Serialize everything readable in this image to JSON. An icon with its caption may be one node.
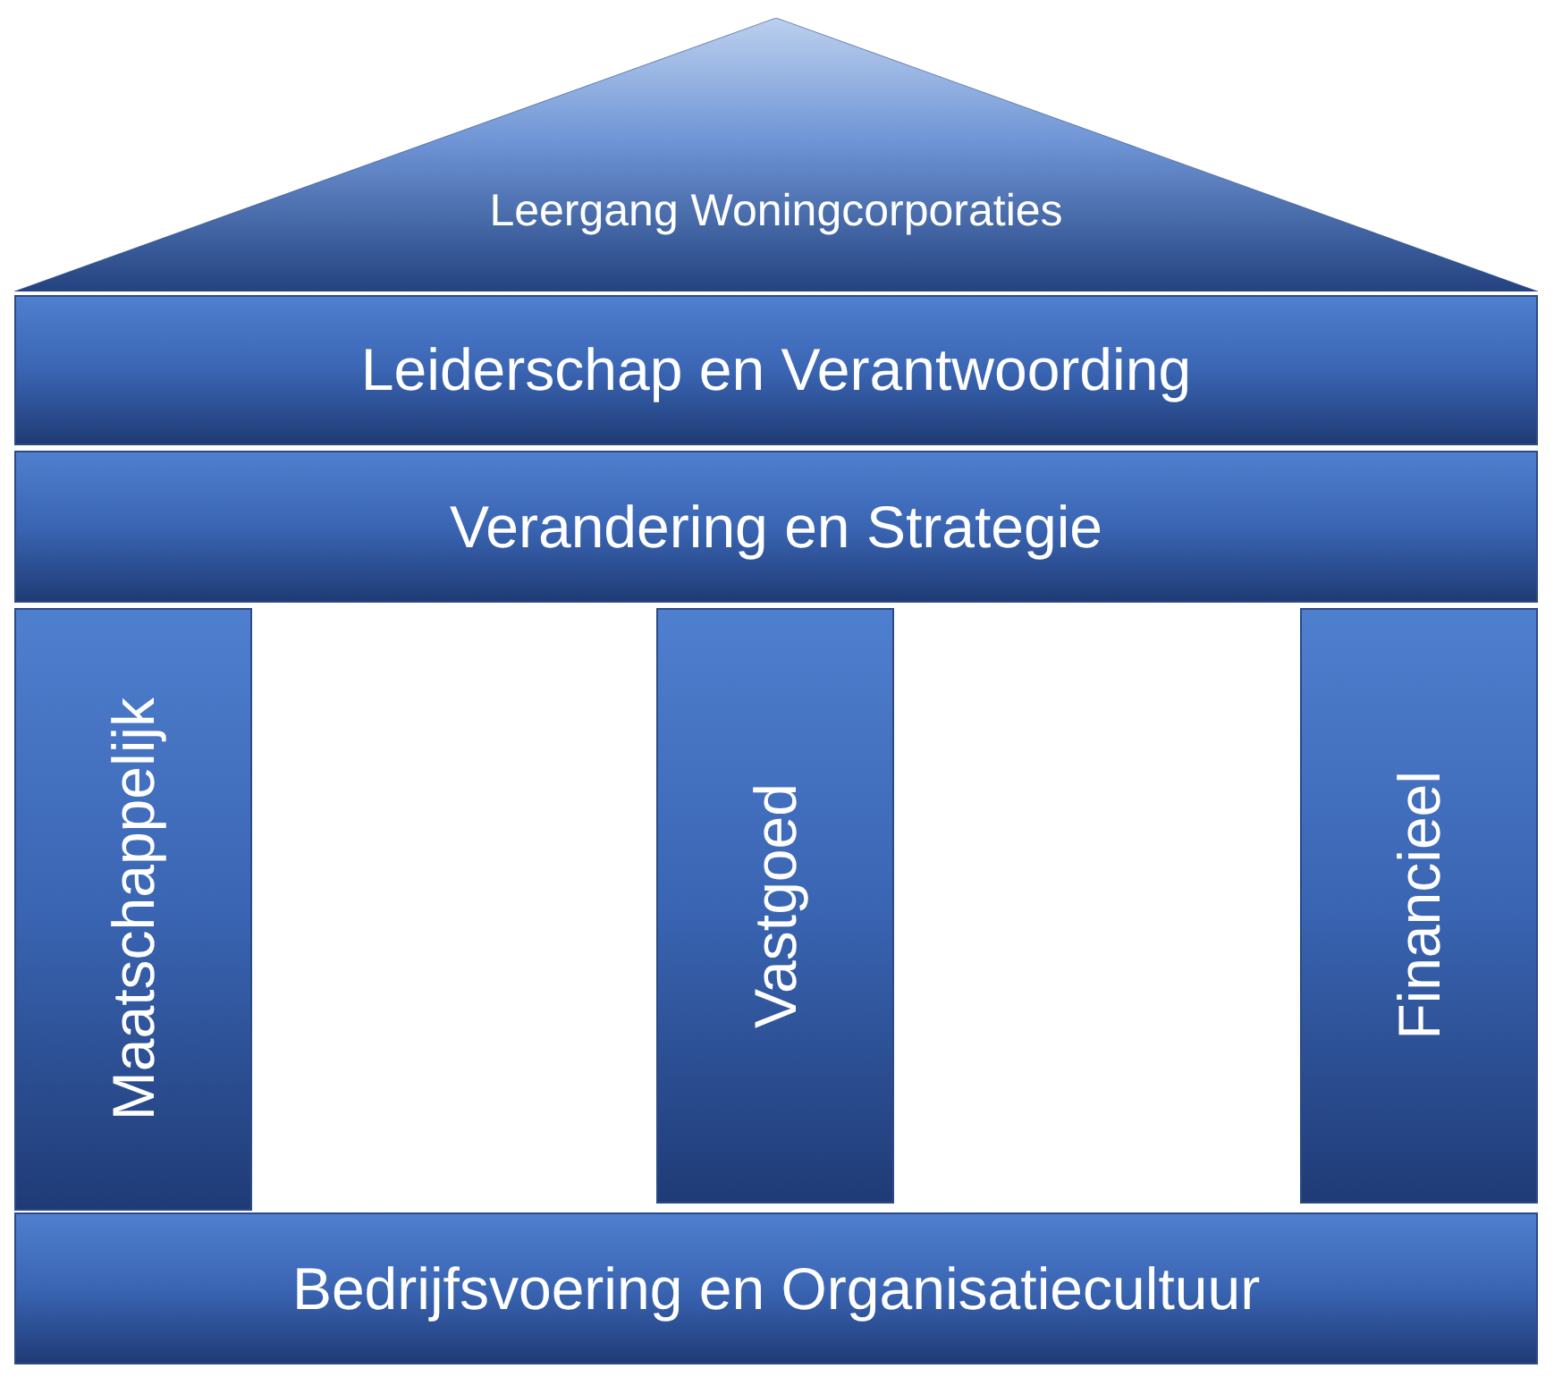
{
  "diagram": {
    "nodes": [
      {
        "text": [
          "Leergang Woningcorporaties"
        ]
      },
      {
        "text": [
          "Leiderschap en Verantwoording"
        ]
      },
      {
        "text": [
          "Verandering en Strategie"
        ]
      },
      {
        "text": [
          "Maatschappelijk"
        ]
      },
      {
        "text": [
          "Vastgoed"
        ]
      },
      {
        "text": [
          "Financieel"
        ]
      },
      {
        "text": [
          "Bedrijfsvoering en Organisatiecultuur"
        ]
      }
    ]
  }
}
